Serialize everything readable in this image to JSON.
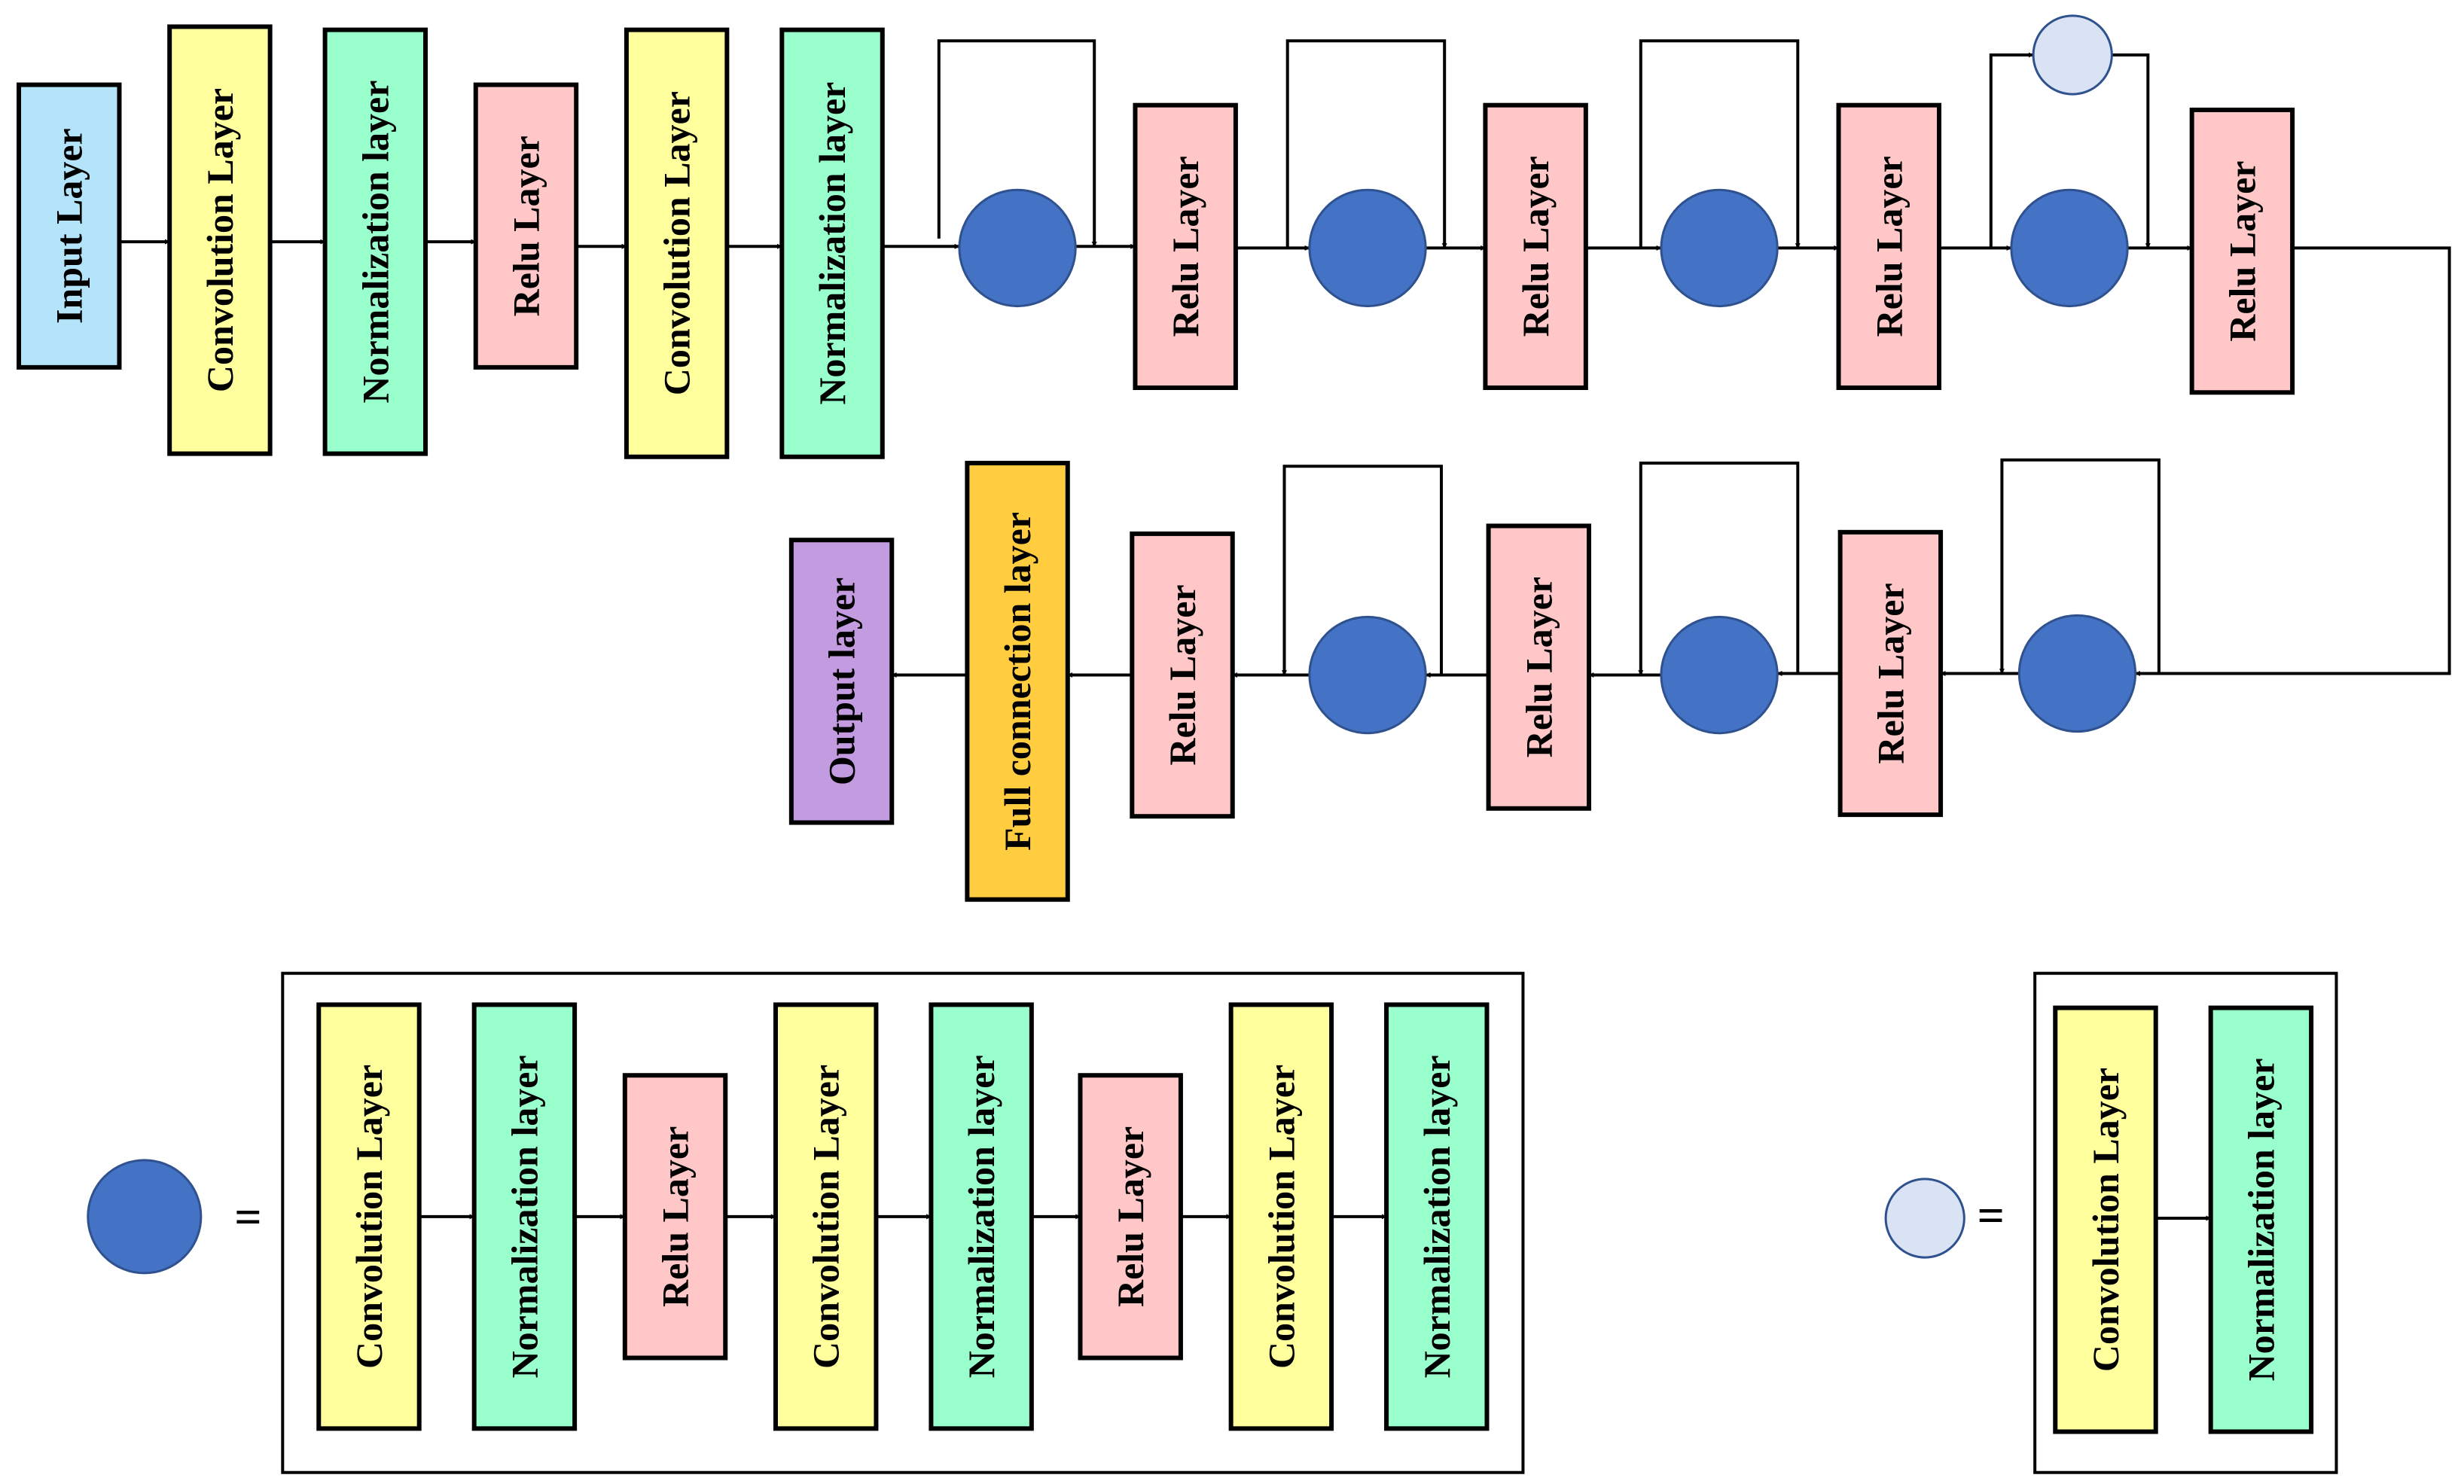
{
  "colors": {
    "input": "#B4E4FA",
    "convolution": "#FFFF9E",
    "normalization": "#99FFCC",
    "relu": "#FFC7C7",
    "full_connection": "#FFCD3F",
    "output": "#C39BE0",
    "residual_block": "#4472C4",
    "shortcut_block": "#DAE3F3",
    "stroke": "#000000"
  },
  "labels": {
    "input": "Input Layer",
    "convolution": "Convolution Layer",
    "normalization": "Normalization layer",
    "relu": "Relu Layer",
    "full_connection": "Full connection layer",
    "output": "Output layer",
    "equals": "="
  }
}
